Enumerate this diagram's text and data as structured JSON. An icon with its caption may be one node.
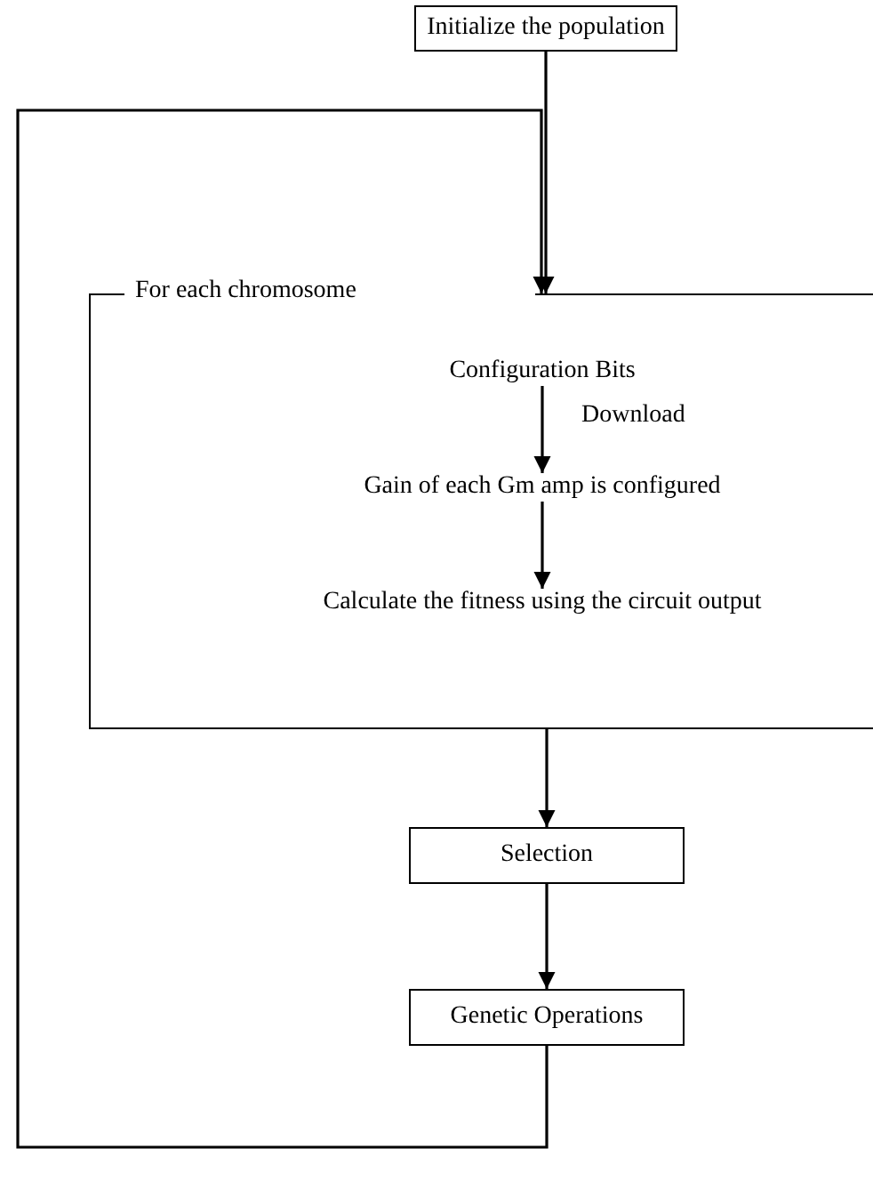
{
  "diagram": {
    "nodes": [
      {
        "text": [
          "Initialize the population"
        ]
      },
      {
        "text": [
          "For each chromosome"
        ]
      },
      {
        "text": [
          "Configuration Bits"
        ],
        "in": 1
      },
      {
        "text": [
          "Gain of each Gm amp is configured"
        ],
        "in": 1
      },
      {
        "text": [
          "Calculate the fitness using the circuit output"
        ],
        "in": 1
      },
      {
        "text": [
          "Selection"
        ]
      },
      {
        "text": [
          "Genetic Operations"
        ]
      }
    ],
    "edges": [
      {
        "from": 0,
        "to": 1,
        "arrow": "to"
      },
      {
        "from": 2,
        "to": 3,
        "arrow": "to",
        "label": "Download"
      },
      {
        "from": 3,
        "to": 4,
        "arrow": "to"
      },
      {
        "from": 1,
        "to": 5,
        "arrow": "to"
      },
      {
        "from": 5,
        "to": 6,
        "arrow": "to"
      },
      {
        "from": 6,
        "to": 1,
        "arrow": "to"
      }
    ]
  }
}
